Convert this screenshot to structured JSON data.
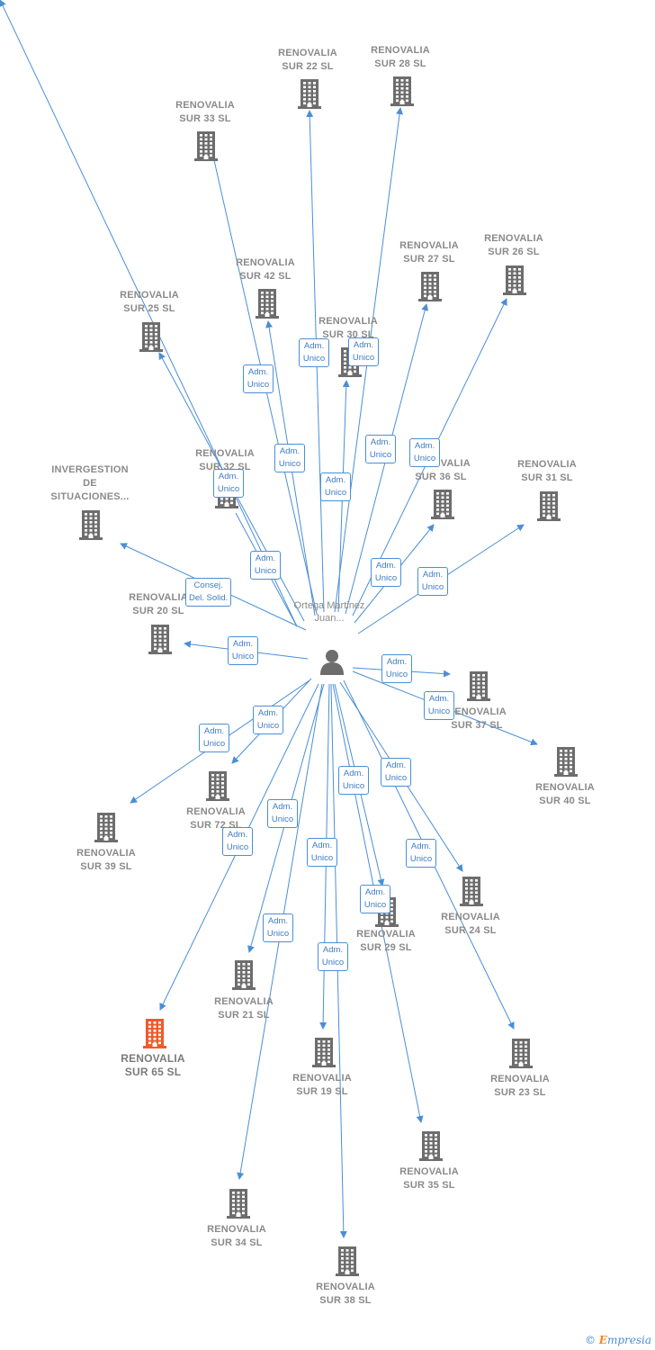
{
  "center": {
    "label_lines": [
      "Ortega",
      "Martinez",
      "Juan..."
    ]
  },
  "companies": [
    {
      "id": "s22",
      "lines": [
        "RENOVALIA",
        "SUR 22  SL"
      ]
    },
    {
      "id": "s28",
      "lines": [
        "RENOVALIA",
        "SUR 28  SL"
      ]
    },
    {
      "id": "s33",
      "lines": [
        "RENOVALIA",
        "SUR 33  SL"
      ]
    },
    {
      "id": "s27",
      "lines": [
        "RENOVALIA",
        "SUR 27  SL"
      ]
    },
    {
      "id": "s26",
      "lines": [
        "RENOVALIA",
        "SUR 26  SL"
      ]
    },
    {
      "id": "s42",
      "lines": [
        "RENOVALIA",
        "SUR 42  SL"
      ]
    },
    {
      "id": "s25",
      "lines": [
        "RENOVALIA",
        "SUR 25  SL"
      ]
    },
    {
      "id": "s30",
      "lines": [
        "RENOVALIA",
        "SUR 30  SL"
      ]
    },
    {
      "id": "s32",
      "lines": [
        "RENOVALIA",
        "SUR 32  SL"
      ]
    },
    {
      "id": "s36",
      "lines": [
        "RENOVALIA",
        "SUR 36  SL"
      ]
    },
    {
      "id": "s31",
      "lines": [
        "RENOVALIA",
        "SUR 31  SL"
      ]
    },
    {
      "id": "inv",
      "lines": [
        "INVERGESTION",
        "DE",
        "SITUACIONES..."
      ]
    },
    {
      "id": "s20",
      "lines": [
        "RENOVALIA",
        "SUR 20  SL"
      ]
    },
    {
      "id": "s37",
      "lines": [
        "RENOVALIA",
        "SUR 37  SL"
      ]
    },
    {
      "id": "s40",
      "lines": [
        "RENOVALIA",
        "SUR 40  SL"
      ]
    },
    {
      "id": "s72",
      "lines": [
        "RENOVALIA",
        "SUR 72  SL"
      ]
    },
    {
      "id": "s39",
      "lines": [
        "RENOVALIA",
        "SUR 39  SL"
      ]
    },
    {
      "id": "s24",
      "lines": [
        "RENOVALIA",
        "SUR 24  SL"
      ]
    },
    {
      "id": "s29",
      "lines": [
        "RENOVALIA",
        "SUR 29  SL"
      ]
    },
    {
      "id": "s21",
      "lines": [
        "RENOVALIA",
        "SUR 21  SL"
      ]
    },
    {
      "id": "s65",
      "lines": [
        "RENOVALIA",
        "SUR 65  SL"
      ],
      "highlight": true
    },
    {
      "id": "s19",
      "lines": [
        "RENOVALIA",
        "SUR 19  SL"
      ]
    },
    {
      "id": "s23",
      "lines": [
        "RENOVALIA",
        "SUR 23  SL"
      ]
    },
    {
      "id": "s35",
      "lines": [
        "RENOVALIA",
        "SUR 35  SL"
      ]
    },
    {
      "id": "s34",
      "lines": [
        "RENOVALIA",
        "SUR 34  SL"
      ]
    },
    {
      "id": "s38",
      "lines": [
        "RENOVALIA",
        "SUR 38  SL"
      ]
    }
  ],
  "relations": [
    {
      "target": "s22",
      "lines": [
        "Adm.",
        "Unico"
      ]
    },
    {
      "target": "s28",
      "lines": [
        "Adm.",
        "Unico"
      ]
    },
    {
      "target": "s33",
      "lines": [
        "Adm.",
        "Unico"
      ]
    },
    {
      "target": "s42",
      "lines": [
        "Adm.",
        "Unico"
      ]
    },
    {
      "target": "s30",
      "lines": [
        "Adm.",
        "Unico"
      ]
    },
    {
      "target": "s27",
      "lines": [
        "Adm.",
        "Unico"
      ]
    },
    {
      "target": "s26",
      "lines": [
        "Adm.",
        "Unico"
      ]
    },
    {
      "target": "s25",
      "lines": [
        "Adm.",
        "Unico"
      ]
    },
    {
      "target": "s32",
      "lines": [
        "Adm.",
        "Unico"
      ]
    },
    {
      "target": "s36",
      "lines": [
        "Adm.",
        "Unico"
      ]
    },
    {
      "target": "s31",
      "lines": [
        "Adm.",
        "Unico"
      ]
    },
    {
      "target": "inv",
      "lines": [
        "Consej.",
        "Del. Solid."
      ]
    },
    {
      "target": "s20",
      "lines": [
        "Adm.",
        "Unico"
      ]
    },
    {
      "target": "s37",
      "lines": [
        "Adm.",
        "Unico"
      ]
    },
    {
      "target": "s40",
      "lines": [
        "Adm.",
        "Unico"
      ]
    },
    {
      "target": "s72",
      "lines": [
        "Adm.",
        "Unico"
      ]
    },
    {
      "target": "s39",
      "lines": [
        "Adm.",
        "Unico"
      ]
    },
    {
      "target": "s24",
      "lines": [
        "Adm.",
        "Unico"
      ]
    },
    {
      "target": "s29",
      "lines": [
        "Adm.",
        "Unico"
      ]
    },
    {
      "target": "s21",
      "lines": [
        "Adm.",
        "Unico"
      ]
    },
    {
      "target": "s65",
      "lines": [
        "Adm.",
        "Unico"
      ]
    },
    {
      "target": "s19",
      "lines": [
        "Adm.",
        "Unico"
      ]
    },
    {
      "target": "s23",
      "lines": [
        "Adm.",
        "Unico"
      ]
    },
    {
      "target": "s35",
      "lines": [
        "Adm.",
        "Unico"
      ]
    },
    {
      "target": "s34",
      "lines": [
        "Adm.",
        "Unico"
      ]
    },
    {
      "target": "s38",
      "lines": [
        "Adm.",
        "Unico"
      ]
    }
  ],
  "colors": {
    "edge": "#4a8fd6",
    "building": "#6d6d6d",
    "highlight": "#f05a28",
    "text": "#8a8a8a"
  },
  "footer": {
    "symbol": "©",
    "brand_first": "E",
    "brand_rest": "mpresia"
  }
}
